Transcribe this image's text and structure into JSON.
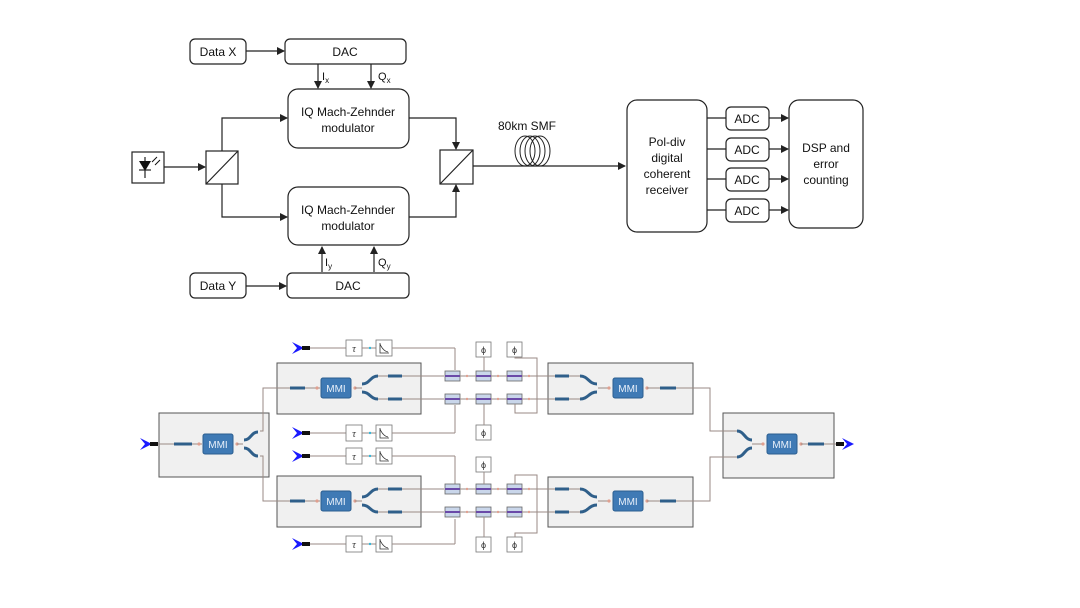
{
  "top_diagram": {
    "data_x": "Data X",
    "data_y": "Data Y",
    "dac": "DAC",
    "modulator_line1": "IQ Mach-Zehnder",
    "modulator_line2": "modulator",
    "ix": "I",
    "ix_sub": "x",
    "qx": "Q",
    "qx_sub": "x",
    "iy": "I",
    "iy_sub": "y",
    "qy": "Q",
    "qy_sub": "y",
    "fiber": "80km SMF",
    "receiver_lines": [
      "Pol-div",
      "digital",
      "coherent",
      "receiver"
    ],
    "adc": "ADC",
    "dsp_lines": [
      "DSP and",
      "error",
      "counting"
    ],
    "laser_icon": "laser-diode-icon",
    "pbs_icon": "polarization-beam-splitter-icon",
    "fiber_icon": "fiber-coil-icon"
  },
  "bottom_diagram": {
    "mmi": "MMI",
    "tau": "τ",
    "phase": "ϕ",
    "input_icon": "optical-input-arrow-icon",
    "output_icon": "optical-output-arrow-icon",
    "colors": {
      "mmi": "#3f7ab5",
      "panel": "#f0f0f0",
      "arrow": "#1a1aff",
      "electrode": "#6a4aa8"
    }
  }
}
